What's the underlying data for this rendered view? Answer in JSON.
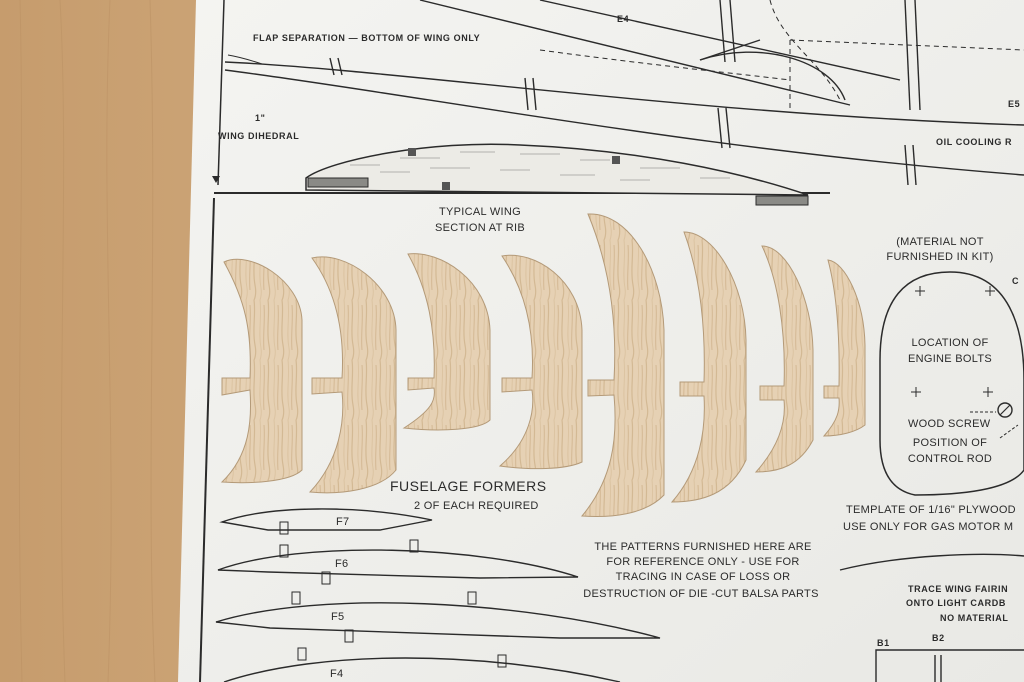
{
  "plan": {
    "flap_label": "FLAP SEPARATION — BOTTOM OF WING ONLY",
    "dihedral_value": "1\"",
    "dihedral_label": "WING DIHEDRAL",
    "e4_label": "E4",
    "e5_label": "E5",
    "oil_cooling_label": "OIL COOLING R",
    "wing_section_line1": "TYPICAL WING",
    "wing_section_line2": "SECTION AT RIB",
    "formers_title": "FUSELAGE FORMERS",
    "formers_subtitle": "2 OF EACH REQUIRED",
    "material_note_line1": "(MATERIAL NOT",
    "material_note_line2": "FURNISHED IN KIT)",
    "engine_line1": "LOCATION OF",
    "engine_line2": "ENGINE BOLTS",
    "wood_screw_label": "WOOD SCREW",
    "control_line1": "POSITION OF",
    "control_line2": "CONTROL ROD",
    "template_line1": "TEMPLATE OF 1/16\" PLYWOOD",
    "template_line2": "USE ONLY FOR GAS MOTOR M",
    "patterns_line1": "THE PATTERNS FURNISHED HERE ARE",
    "patterns_line2": "FOR REFERENCE ONLY - USE FOR",
    "patterns_line3": "TRACING IN CASE OF LOSS OR",
    "patterns_line4": "DESTRUCTION OF DIE -CUT BALSA PARTS",
    "fairing_line1": "TRACE WING FAIRIN",
    "fairing_line2": "ONTO LIGHT CARDB",
    "fairing_line3": "NO MATERIAL",
    "f7_label": "F7",
    "f6_label": "F6",
    "f5_label": "F5",
    "f4_label": "F4",
    "b1_label": "B1",
    "b2_label": "B2",
    "edge_fragment": "C"
  },
  "colors": {
    "table_wood": "#c9a57a",
    "paper": "#f1f0ec",
    "ink": "#2b2b2b",
    "balsa": "#e3cdb0"
  }
}
